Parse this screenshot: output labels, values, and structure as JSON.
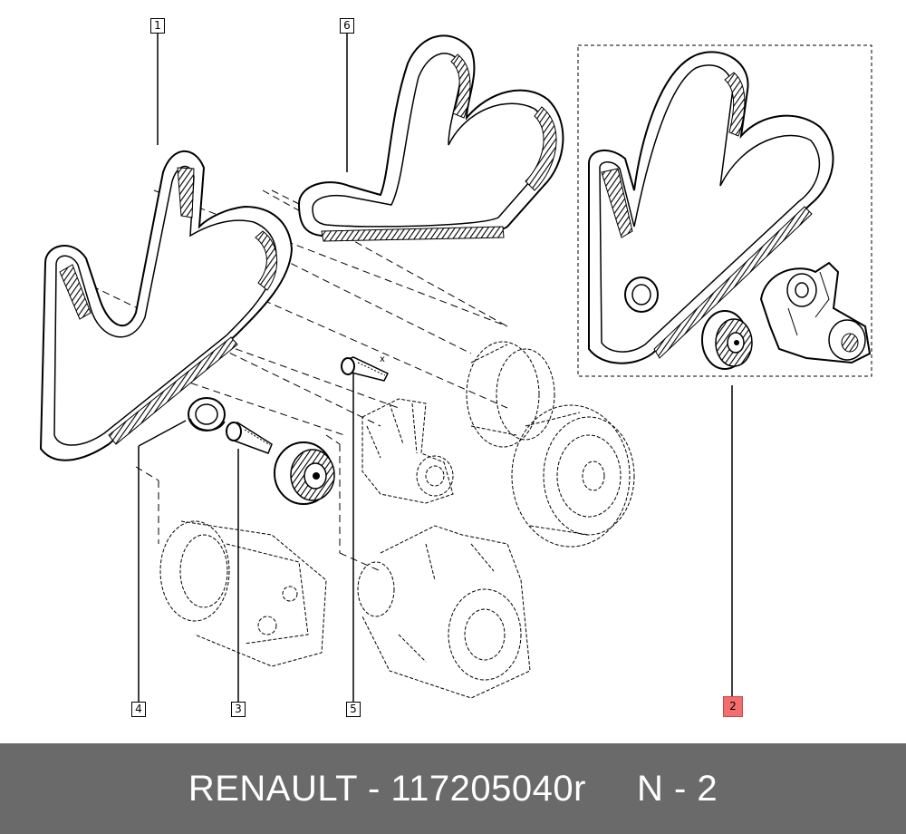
{
  "callouts": {
    "c1": "1",
    "c2": "2",
    "c3": "3",
    "c4": "4",
    "c5": "5",
    "c6": "6"
  },
  "axis_mark": "x",
  "footer": {
    "part_label": "RENAULT - 117205040r",
    "ref_label": "N - 2"
  },
  "colors": {
    "footer_bg": "#6a6a6a",
    "highlight": "#f26d6d",
    "line": "#000000"
  }
}
